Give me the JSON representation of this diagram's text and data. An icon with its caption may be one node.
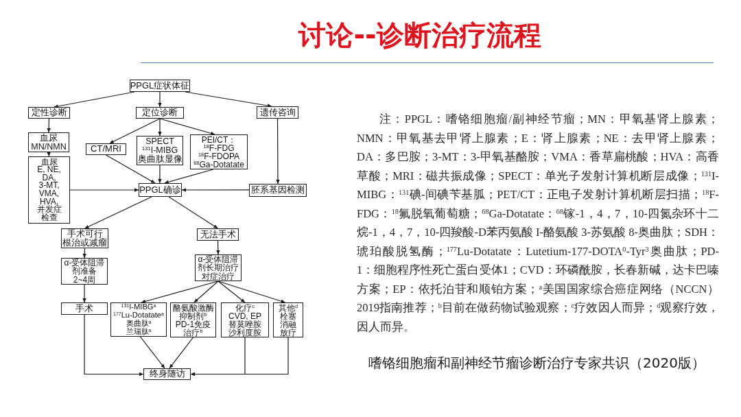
{
  "diagram": {
    "title": "讨论--诊断治疗流程",
    "caption": "嗜铬细胞瘤和副神经节瘤诊断治疗专家共识（2020版）",
    "nodes": [
      {
        "text": [
          "PPGL症状体征"
        ]
      },
      {
        "text": [
          "定性诊断"
        ]
      },
      {
        "text": [
          "定位诊断"
        ]
      },
      {
        "text": [
          "遗传咨询"
        ]
      },
      {
        "text": [
          "血尿 MN/NMN"
        ]
      },
      {
        "text": [
          "CT/MRI"
        ]
      },
      {
        "text": [
          "SPECT",
          "$^{131}$I-MIBG",
          "奥曲肽显像"
        ]
      },
      {
        "text": [
          "PEI/CT：",
          "$^{18}$F-FDG",
          "$^{18}$F-FDOPA",
          "$^{68}$Ga-Dotatate"
        ]
      },
      {
        "text": [
          "血尿 E, NE, DA, 3-MT, VMA, HVA, 并发症检查"
        ]
      },
      {
        "text": [
          "PPGL确诊"
        ]
      },
      {
        "text": [
          "胚系基因检测"
        ]
      },
      {
        "text": [
          "手术可行",
          "根治或减瘤"
        ]
      },
      {
        "text": [
          "无法手术"
        ]
      },
      {
        "text": [
          "α-受体阻滞剂准备",
          "2~4周"
        ]
      },
      {
        "text": [
          "α-受体阻滞剂长期治疗",
          "对症治疗"
        ]
      },
      {
        "text": [
          "手术"
        ]
      },
      {
        "text": [
          "$^{131}$I-MIBG$^{a}$",
          "$^{177}$Lu-Dotatate$^{a}$",
          "奥曲肽$^{a}$",
          "兰瑞肽$^{a}$"
        ]
      },
      {
        "text": [
          "酪氨酸激酶抑制剂$^{b}$",
          "PD-1免疫治疗$^{b}$"
        ]
      },
      {
        "text": [
          "化疗$^{c}$",
          "CVD, EP",
          "替莫唑胺",
          "沙利度胺"
        ]
      },
      {
        "text": [
          "其他$^{d}$",
          "栓塞",
          "消融",
          "放疗"
        ]
      },
      {
        "text": [
          "终身随访"
        ]
      }
    ],
    "edges": [
      {
        "from": 0,
        "to": 1,
        "arrow": "to"
      },
      {
        "from": 0,
        "to": 2,
        "arrow": "to"
      },
      {
        "from": 0,
        "to": 3,
        "arrow": "to"
      },
      {
        "from": 1,
        "to": 4,
        "arrow": "to"
      },
      {
        "from": 2,
        "to": 5,
        "arrow": "to"
      },
      {
        "from": 2,
        "to": 6,
        "arrow": "to"
      },
      {
        "from": 2,
        "to": 7,
        "arrow": "to"
      },
      {
        "from": 4,
        "to": 8,
        "arrow": "to"
      },
      {
        "from": 3,
        "to": 10,
        "arrow": "to"
      },
      {
        "from": 5,
        "to": 9,
        "arrow": "to"
      },
      {
        "from": 6,
        "to": 9,
        "arrow": "to"
      },
      {
        "from": 7,
        "to": 9,
        "arrow": "to"
      },
      {
        "from": 8,
        "to": 9,
        "arrow": "to"
      },
      {
        "from": 10,
        "to": 9,
        "arrow": "to"
      },
      {
        "from": 9,
        "to": 11,
        "arrow": "to"
      },
      {
        "from": 9,
        "to": 12,
        "arrow": "to"
      },
      {
        "from": 11,
        "to": 13,
        "arrow": "to"
      },
      {
        "from": 13,
        "to": 15,
        "arrow": "to"
      },
      {
        "from": 12,
        "to": 14,
        "arrow": "to"
      },
      {
        "from": 14,
        "to": 16,
        "arrow": "to"
      },
      {
        "from": 14,
        "to": 17,
        "arrow": "to"
      },
      {
        "from": 14,
        "to": 18,
        "arrow": "to"
      },
      {
        "from": 14,
        "to": 19,
        "arrow": "to"
      },
      {
        "from": 15,
        "to": 20,
        "arrow": "to"
      },
      {
        "from": 16,
        "to": 20,
        "arrow": "to"
      },
      {
        "from": 17,
        "to": 20,
        "arrow": "to"
      },
      {
        "from": 18,
        "to": 20,
        "arrow": "to"
      },
      {
        "from": 19,
        "to": 20,
        "arrow": "to"
      }
    ],
    "labels": [
      "注：PPGL：嗜铬细胞瘤/副神经节瘤；MN：甲氧基肾上腺素；NMN：甲氧基去甲肾上腺素；E：肾上腺素；NE：去甲肾上腺素；DA：多巴胺；3-MT：3-甲氧基酪胺；VMA：香草扁桃酸；HVA：高香草酸；MRI：磁共振成像；SPECT：单光子发射计算机断层成像；$^{131}$I-MIBG：$^{131}$碘-间碘苄基胍；PET/CT：正电子发射计算机断层扫描；$^{18}$F-FDG：$^{18}$氟脱氧葡萄糖；$^{68}$Ga-Dotatate：$^{68}$镓-1，4，7，10-四氮杂环十二烷-1，4，7，10-四羧酸-D苯丙氨酸 I-酪氨酸 3-苏氨酸 8-奥曲肽；SDH：琥珀酸脱氢酶；$^{177}$Lu-Dotatate：Lutetium-177-DOTA$^{0}$-Tyr$^{3}$奥曲肽；PD-1：细胞程序性死亡蛋白受体1；CVD：环磷酰胺，长春新碱，达卡巴嗪方案；EP：依托泊苷和顺铂方案；$^{a}$美国国家综合癌症网络（NCCN）2019指南推荐；$^{b}$目前在做药物试验观察；$^{c}$疗效因人而异；$^{d}$观察疗效，因人而异。"
    ]
  }
}
